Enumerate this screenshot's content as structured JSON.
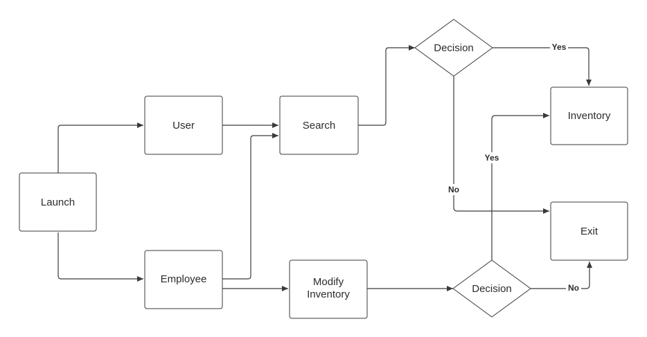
{
  "nodes": {
    "launch": {
      "label": "Launch"
    },
    "user": {
      "label": "User"
    },
    "employee": {
      "label": "Employee"
    },
    "search": {
      "label": "Search"
    },
    "modify": {
      "line1": "Modify",
      "line2": "Inventory"
    },
    "decision_top": {
      "label": "Decision"
    },
    "decision_bottom": {
      "label": "Decision"
    },
    "inventory": {
      "label": "Inventory"
    },
    "exit": {
      "label": "Exit"
    }
  },
  "edge_labels": {
    "top_yes": "Yes",
    "top_no": "No",
    "bottom_yes": "Yes",
    "bottom_no": "No"
  },
  "colors": {
    "stroke": "#3a3a3a",
    "fill": "#ffffff",
    "text": "#2b2b2b"
  }
}
